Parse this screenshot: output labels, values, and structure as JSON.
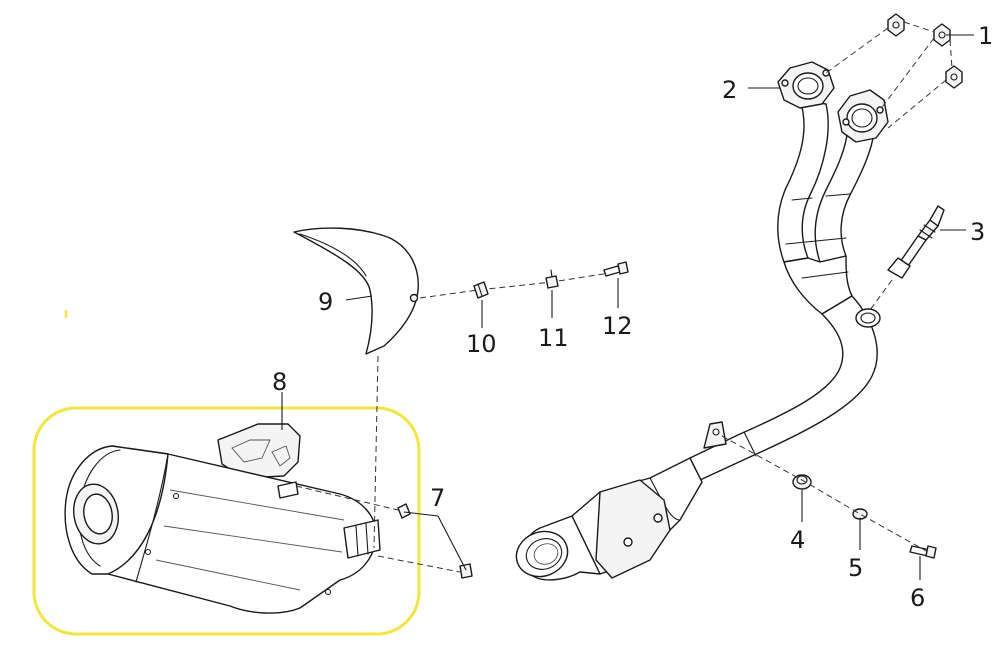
{
  "callouts": [
    {
      "id": "1",
      "label": "1"
    },
    {
      "id": "2",
      "label": "2"
    },
    {
      "id": "3",
      "label": "3"
    },
    {
      "id": "4",
      "label": "4"
    },
    {
      "id": "5",
      "label": "5"
    },
    {
      "id": "6",
      "label": "6"
    },
    {
      "id": "7",
      "label": "7"
    },
    {
      "id": "8",
      "label": "8"
    },
    {
      "id": "9",
      "label": "9"
    },
    {
      "id": "10",
      "label": "10"
    },
    {
      "id": "11",
      "label": "11"
    },
    {
      "id": "12",
      "label": "12"
    }
  ],
  "colors": {
    "highlight": "#f2e63a",
    "line": "#1a1a1a",
    "background": "#ffffff"
  },
  "highlighted_part": "8"
}
